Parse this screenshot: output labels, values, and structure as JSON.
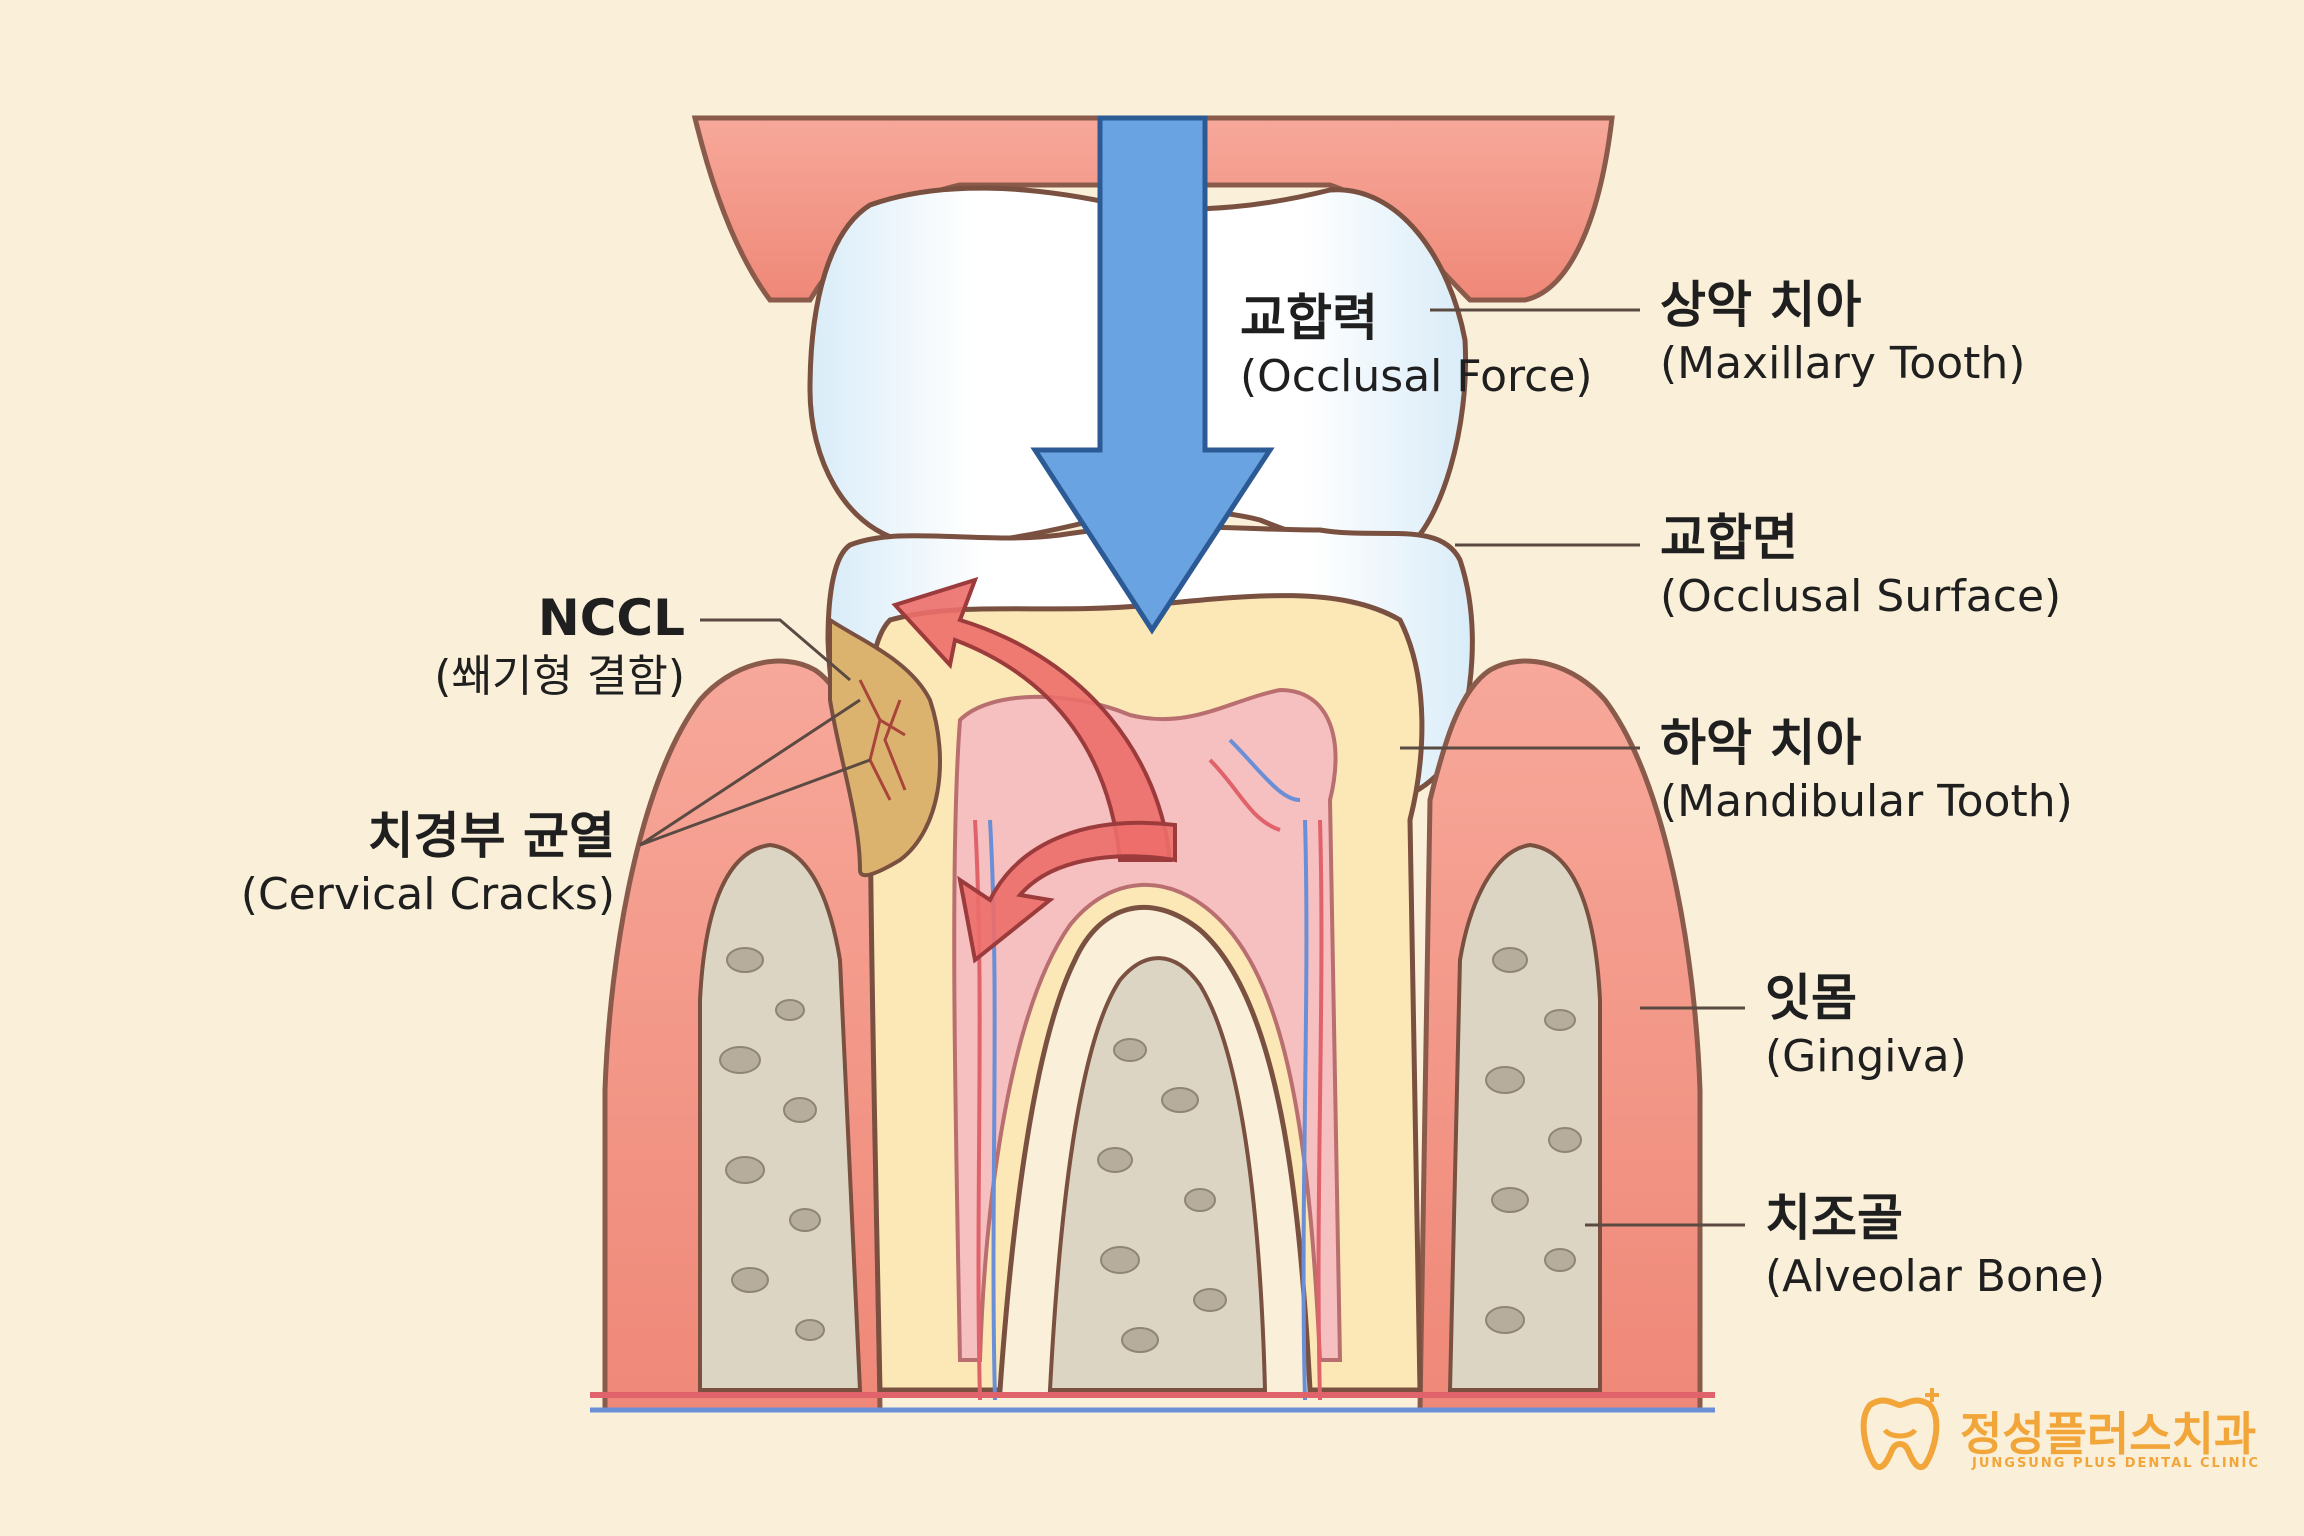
{
  "labels": {
    "occlusal_force": {
      "ko": "교합력",
      "en": "(Occlusal Force)"
    },
    "maxillary_tooth": {
      "ko": "상악 치아",
      "en": "(Maxillary Tooth)"
    },
    "occlusal_surface": {
      "ko": "교합면",
      "en": "(Occlusal Surface)"
    },
    "nccl": {
      "ko": "NCCL",
      "en": "(쐐기형 결함)"
    },
    "mandibular_tooth": {
      "ko": "하악 치아",
      "en": "(Mandibular Tooth)"
    },
    "cervical_cracks": {
      "ko": "치경부 균열",
      "en": "(Cervical Cracks)"
    },
    "gingiva": {
      "ko": "잇몸",
      "en": "(Gingiva)"
    },
    "alveolar_bone": {
      "ko": "치조골",
      "en": "(Alveolar Bone)"
    }
  },
  "logo": {
    "name": "정성플러스치과",
    "sub": "JUNGSUNG PLUS DENTAL CLINIC"
  },
  "colors": {
    "background": "#faefd9",
    "gum": "#f08f7f",
    "enamel": "#ffffff",
    "dentin": "#fbe8b6",
    "pulp": "#f6bfc0",
    "bone": "#ddd5c3",
    "force_arrow": "#6aa3e2",
    "stress_arrow": "#ec6e6a",
    "lesion": "#dcb36e",
    "logo": "#f2a63a"
  }
}
